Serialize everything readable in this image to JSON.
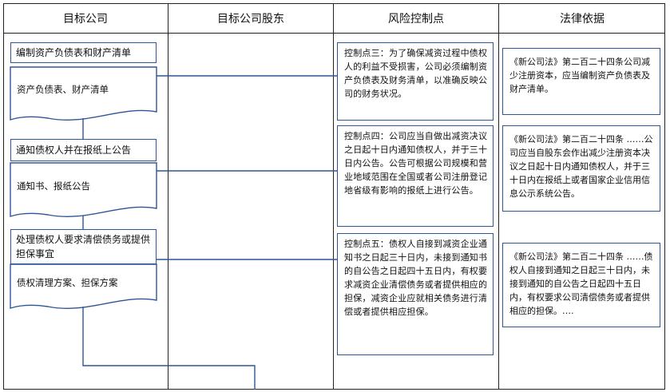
{
  "headers": {
    "col1": "目标公司",
    "col2": "目标公司股东",
    "col3": "风险控制点",
    "col4": "法律依据"
  },
  "steps": {
    "step1": "编制资产负债表和财产清单",
    "doc1": "资产负债表、财产清单",
    "step2": "通知债权人并在报纸上公告",
    "doc2": "通知书、报纸公告",
    "step3": "处理债权人要求清偿债务或提供担保事宜",
    "doc3": "债权清理方案、担保方案"
  },
  "controls": {
    "c3": "控制点三：为了确保减资过程中债权人的利益不受损害，公司必须编制资产负债表及财务清单，以准确反映公司的财务状况。",
    "c4": "控制点四：公司应当自做出减资决议之日起十日内通知债权人，并于三十日内公告。公告可根据公司规模和营业地域范围在全国或者公司注册登记地省级有影响的报纸上进行公告。",
    "c5": "控制点五：债权人自接到减资企业通知书之日起三十日内，未接到通知书的自公告之日起四十五日内，有权要求减资企业清偿债务或者提供相应的担保，减资企业应就相关债务进行清偿或者提供相应担保。"
  },
  "laws": {
    "l1": "《新公司法》第二百二十四条公司减少注册资本，应当编制资产负债表及财产清单。",
    "l2": "《新公司法》第二百二十四条 ……公司应当自股东会作出减少注册资本决议之日起十日内通知债权人，并于三十日内在报纸上或者国家企业信用信息公示系统公告。",
    "l3": "《新公司法》第二百二十四条 ……债权人自接到通知之日起三十日内，未接到通知的自公告之日起四十五日内，有权要求公司清偿债务或者提供相应的担保。…."
  },
  "colors": {
    "flow": "#2e5597",
    "grid": "#222222"
  }
}
